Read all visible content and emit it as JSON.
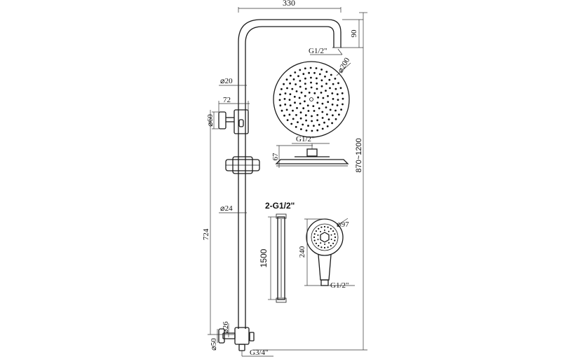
{
  "dimensions": {
    "arm_width": "330",
    "arm_drop": "90",
    "arm_thread": "G1/2\"",
    "riser_upper_dia": "⌀20",
    "diverter_width": "72",
    "diverter_knob_dia": "⌀60",
    "riser_lower_dia": "⌀24",
    "riser_length": "724",
    "total_height": "870~1200",
    "valve_outlet_dia": "⌀26",
    "valve_knob_dia": "⌀50",
    "inlet_thread": "G3/4\"",
    "head_dia": "⌀200",
    "head_thread": "G1/2\"",
    "head_depth": "67",
    "hose_thread": "2-G1/2\"",
    "hose_length": "1500",
    "handset_dia": "⌀97",
    "handset_length": "240",
    "handset_thread": "G1/2\""
  }
}
